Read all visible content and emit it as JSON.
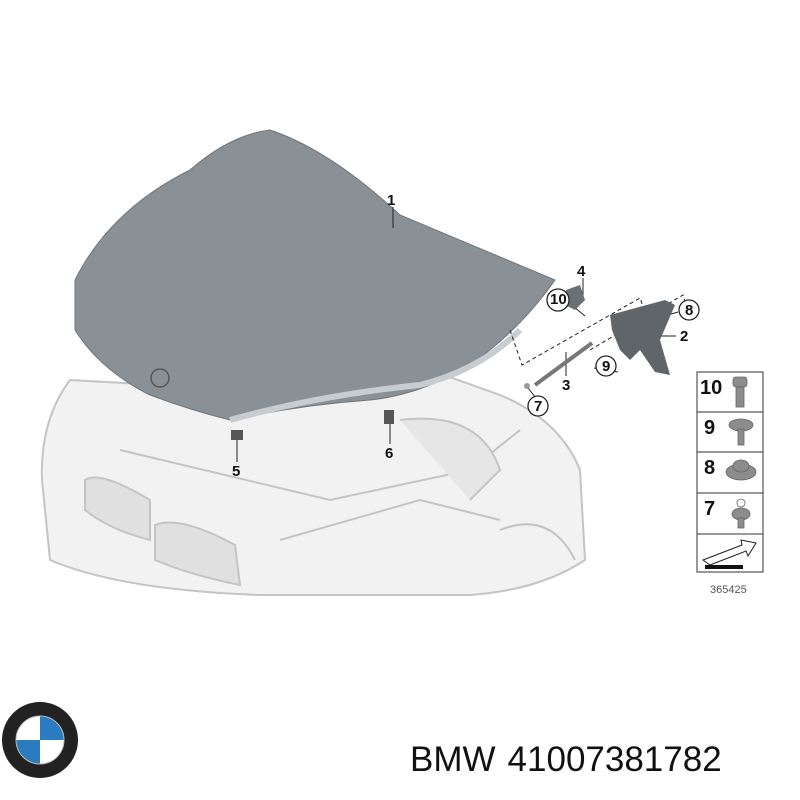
{
  "diagram": {
    "callouts": [
      "1",
      "2",
      "3",
      "4",
      "5",
      "6",
      "7",
      "8",
      "9",
      "10"
    ],
    "legend": [
      {
        "number": "10",
        "part": "bolt-icon"
      },
      {
        "number": "9",
        "part": "collar-screw-icon"
      },
      {
        "number": "8",
        "part": "hex-nut-icon"
      },
      {
        "number": "7",
        "part": "ball-stud-icon"
      }
    ],
    "diagram_number": "365425"
  },
  "caption": {
    "brand": "BMW",
    "part_number": "41007381782"
  },
  "colors": {
    "hood": "#8a9196",
    "car_outline": "#c8c8c8",
    "logo_blue": "#2b7bc0"
  }
}
